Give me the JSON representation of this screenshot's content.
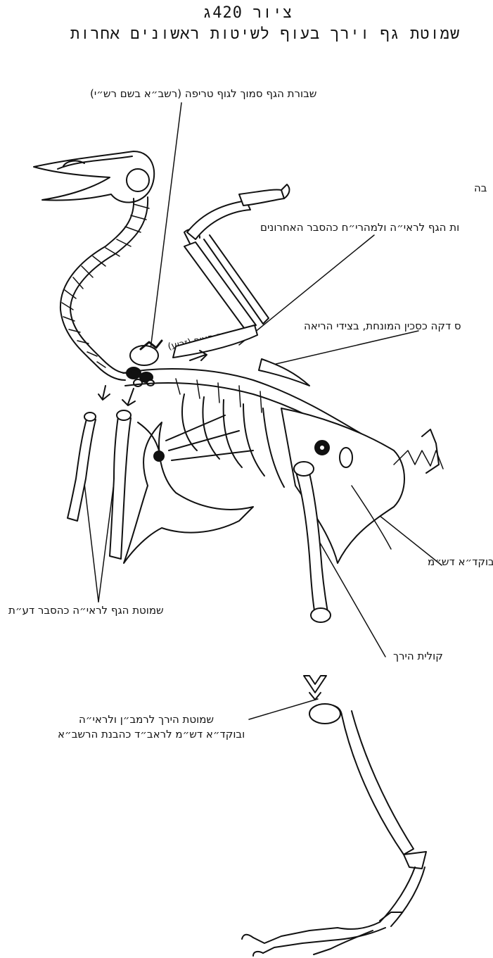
{
  "figure": {
    "number": "ציור 420ג",
    "title": "שמוטת גף וירך בעוף לשיטות ראשונים אחרות"
  },
  "labels": {
    "wing_fracture": "שבורת הגף סמוך לגוף טריפה (רשב״א בשם רש״י)",
    "partial_top": "בה",
    "wing_dislocation": "ות הגף לראי״ה ולמהרי״ח כהסבר האחרונים",
    "thin_bone": "ס דקה כסכין המונחת, בצידי הריאה",
    "wing_bone_name": "גף העוף (זרוע)",
    "hip_right": "בוקד״א דש״מ",
    "wing_dislocation_daat": "שמוטת הגף לראי״ה כהסבר דע״ת",
    "thigh_bone": "קולית הירך",
    "thigh_dislocation_line1": "שמוטת הירך לרמב״ן ולראי״ה",
    "thigh_dislocation_line2": "ובוקד״א דש״מ לראב״ד כהבנת הרשב״א"
  }
}
